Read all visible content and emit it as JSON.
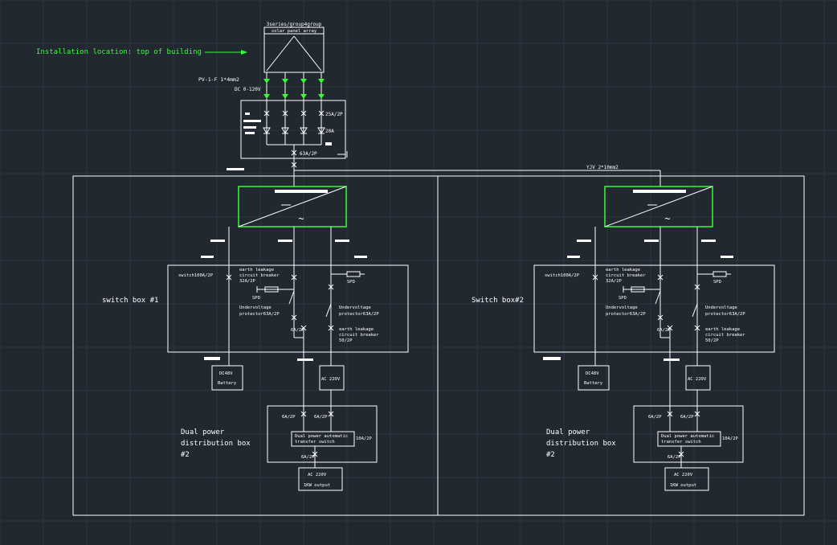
{
  "colors": {
    "background": "#212830",
    "grid": "#2b333c",
    "line": "#ffffff",
    "accent": "#33ff33"
  },
  "title": {
    "installation": "Installation location: top of building"
  },
  "array": {
    "group_label": "3series/group4group",
    "panel_label": "solar panel array",
    "cable_label": "PV-1-F 1*4mm2",
    "dc_label": "DC 0-120V"
  },
  "combiner": {
    "breaker1": "25A/2P",
    "breaker2": "20A",
    "main_breaker": "63A/2P"
  },
  "trunk": {
    "cable_label": "YJV 2*10mm2"
  },
  "units": [
    {
      "switch_box_label": "switch box #1",
      "switch_label": "switch100A/2P",
      "elcb1_line1": "earth leakage",
      "elcb1_line2": "circuit breaker",
      "elcb1_line3": "32A/2P",
      "spd1": "SPD",
      "spd2": "SPD",
      "uv1_line1": "Undervoltage",
      "uv1_line2": "protector63A/2P",
      "uv2_line1": "Undervoltage",
      "uv2_line2": "protector63A/2P",
      "brk6a": "6A/2P",
      "elcb2_line1": "earth leakage",
      "elcb2_line2": "circuit breaker",
      "elcb2_line3": "50/2P",
      "battery_line1": "DC48V",
      "battery_line2": "Battery",
      "ac_box": "AC 220V",
      "dual_line1": "Dual power",
      "dual_line2": "distribution box",
      "dual_line3": "#2",
      "dp_brk1": "6A/2P",
      "dp_brk2": "6A/2P",
      "dp_brk3": "6A/2P",
      "dp_side": "10A/2P",
      "ats_line1": "Dual power automatic",
      "ats_line2": "transfer switch",
      "out_line1": "AC 220V",
      "out_line2": "1KW output"
    },
    {
      "switch_box_label": "Switch box#2",
      "switch_label": "switch100A/2P",
      "elcb1_line1": "earth leakage",
      "elcb1_line2": "circuit breaker",
      "elcb1_line3": "32A/2P",
      "spd1": "SPD",
      "spd2": "SPD",
      "uv1_line1": "Undervoltage",
      "uv1_line2": "protector63A/2P",
      "uv2_line1": "Undervoltage",
      "uv2_line2": "protector63A/2P",
      "brk6a": "6A/2P",
      "elcb2_line1": "earth leakage",
      "elcb2_line2": "circuit breaker",
      "elcb2_line3": "50/2P",
      "battery_line1": "DC48V",
      "battery_line2": "Battery",
      "ac_box": "AC 220V",
      "dual_line1": "Dual power",
      "dual_line2": "distribution box",
      "dual_line3": "#2",
      "dp_brk1": "6A/2P",
      "dp_brk2": "6A/2P",
      "dp_brk3": "6A/2P",
      "dp_side": "10A/2P",
      "ats_line1": "Dual power automatic",
      "ats_line2": "transfer switch",
      "out_line1": "AC 220V",
      "out_line2": "1KW output"
    }
  ]
}
